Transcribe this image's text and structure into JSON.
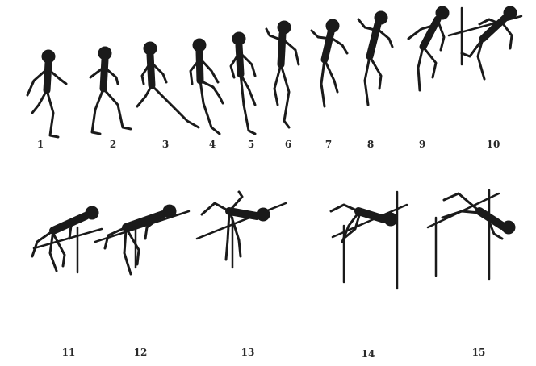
{
  "title": "",
  "row1": {
    "labels": [
      "1",
      "2",
      "3",
      "4",
      "5",
      "6",
      "7",
      "8",
      "9",
      "10"
    ]
  },
  "row2": {
    "labels": [
      "11",
      "12",
      "13",
      "14",
      "15"
    ]
  },
  "colors": {
    "ink": "#1a1a1a",
    "paper": "#ffffff"
  }
}
